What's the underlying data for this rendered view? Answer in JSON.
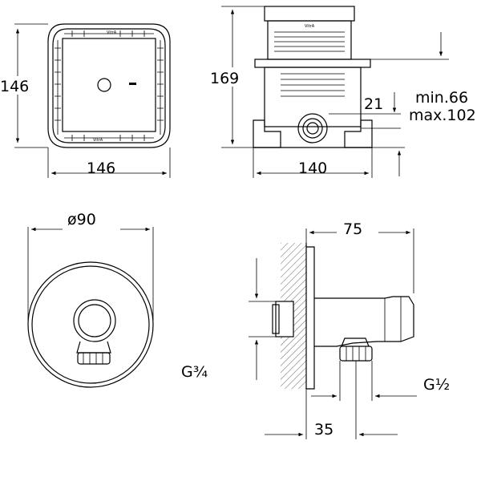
{
  "dimensions": {
    "box_height": "146",
    "box_width": "146",
    "body_height": "169",
    "body_width": "140",
    "outlet_offset": "21",
    "depth_min": "min.66",
    "depth_max": "max.102",
    "plate_diameter": "ø90",
    "holder_depth": "75",
    "thread_inlet": "G¾",
    "thread_outlet": "G½",
    "outlet_spacing": "35"
  },
  "labels": {
    "brand_top": "VitrA",
    "brand_bottom": "VitrA",
    "brand_body": "VitrA"
  }
}
